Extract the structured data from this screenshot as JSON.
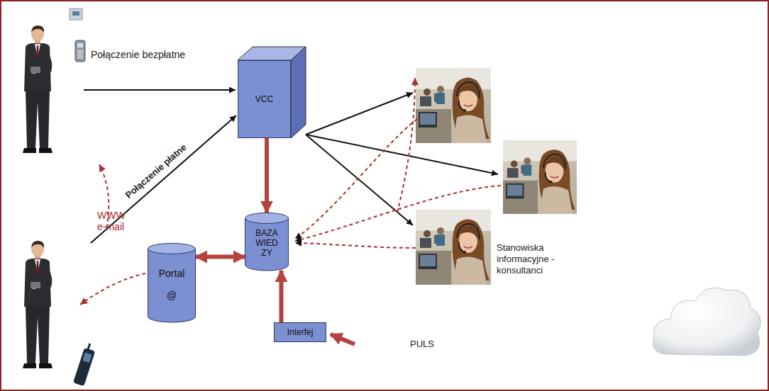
{
  "diagram": {
    "nodes": [
      {
        "text": [
          "VCC"
        ]
      },
      {
        "text": [
          "Portal",
          "@"
        ]
      },
      {
        "text": [
          "BAZA WIED ZY"
        ]
      },
      {
        "text": [
          "Interfej"
        ]
      }
    ],
    "edges": [
      {
        "from": 0,
        "to": 2,
        "arrow": "to"
      },
      {
        "from": 1,
        "to": 2,
        "arrow": "both"
      },
      {
        "from": 3,
        "to": 2,
        "arrow": "to"
      }
    ],
    "labels": [
      "Połączenie bezpłatne",
      "Połączenie płatne",
      "WWW",
      "e-mail",
      "Stanowiska informacyjne - konsultanci",
      "PULS"
    ]
  }
}
